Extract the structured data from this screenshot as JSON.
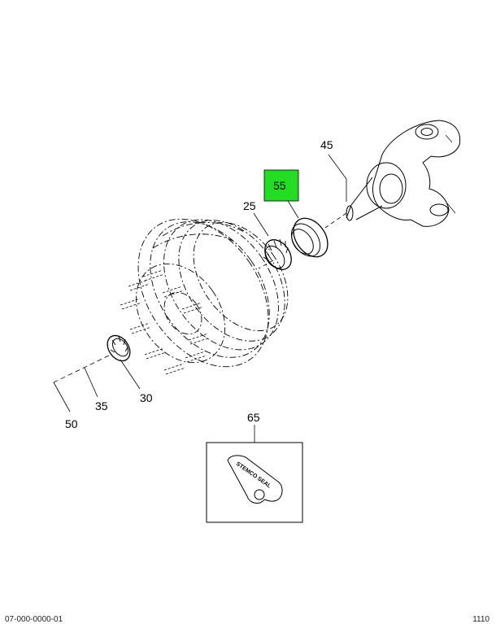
{
  "callouts": {
    "c45": "45",
    "c55": "55",
    "c25": "25",
    "c30": "30",
    "c35": "35",
    "c50": "50",
    "c65": "65"
  },
  "seal_text": "STEMCO SEAL",
  "highlight_color": "#22dd22",
  "footer": {
    "left": "07-000-0000-01",
    "right": "1110"
  }
}
